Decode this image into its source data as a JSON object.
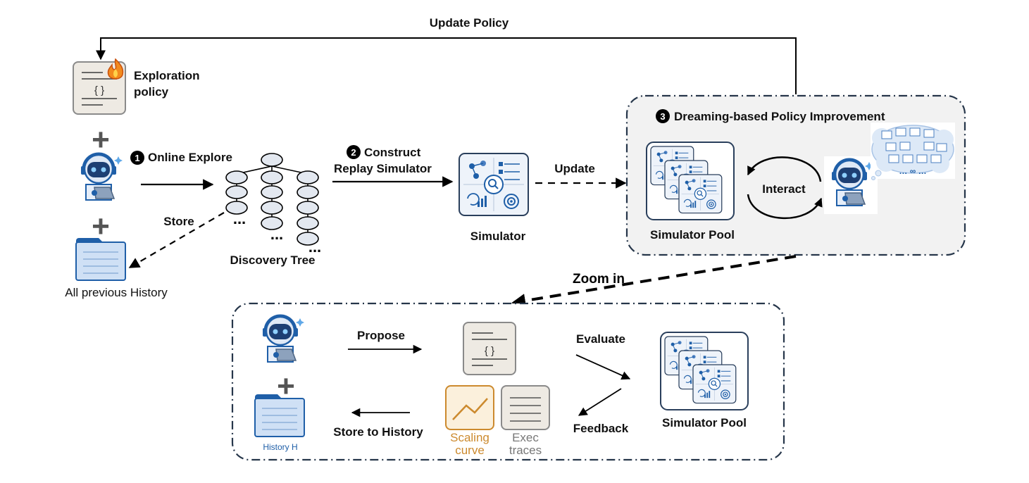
{
  "top_loop": {
    "label": "Update Policy"
  },
  "exploration_policy": {
    "line1": "Exploration",
    "line2": "policy",
    "code_glyph": "{ }",
    "badge_icon": "flame-icon"
  },
  "plus_glyph": "+",
  "step1": {
    "number": "1",
    "label": "Online Explore"
  },
  "step2": {
    "number": "2",
    "line1": "Construct",
    "line2": "Replay Simulator"
  },
  "step3": {
    "number": "3",
    "label": "Dreaming-based Policy Improvement"
  },
  "store_label": "Store",
  "history_label": "All previous History",
  "discovery_tree": {
    "label": "Discovery Tree",
    "ellipsis": "..."
  },
  "simulator": {
    "label": "Simulator"
  },
  "update_label": "Update",
  "dream_panel": {
    "interact_label": "Interact",
    "pool_label": "Simulator Pool",
    "cloud_ellipsis": "… ∞ …"
  },
  "zoom_label": "Zoom in",
  "detail_panel": {
    "propose_label": "Propose",
    "evaluate_label": "Evaluate",
    "feedback_label": "Feedback",
    "store_history_label": "Store to History",
    "history_h_label": "History H",
    "pool_label": "Simulator Pool",
    "code_glyph": "{ }",
    "scaling_curve": {
      "line1": "Scaling",
      "line2": "curve"
    },
    "exec_traces": {
      "line1": "Exec",
      "line2": "traces"
    }
  },
  "colors": {
    "accent_blue": "#1f5fa8",
    "folder_blue": "#cfe0f5",
    "panel_bg": "#f2f2f2",
    "panel_border": "#26364a",
    "orange": "#cc8a2e",
    "gray_text": "#777777"
  }
}
